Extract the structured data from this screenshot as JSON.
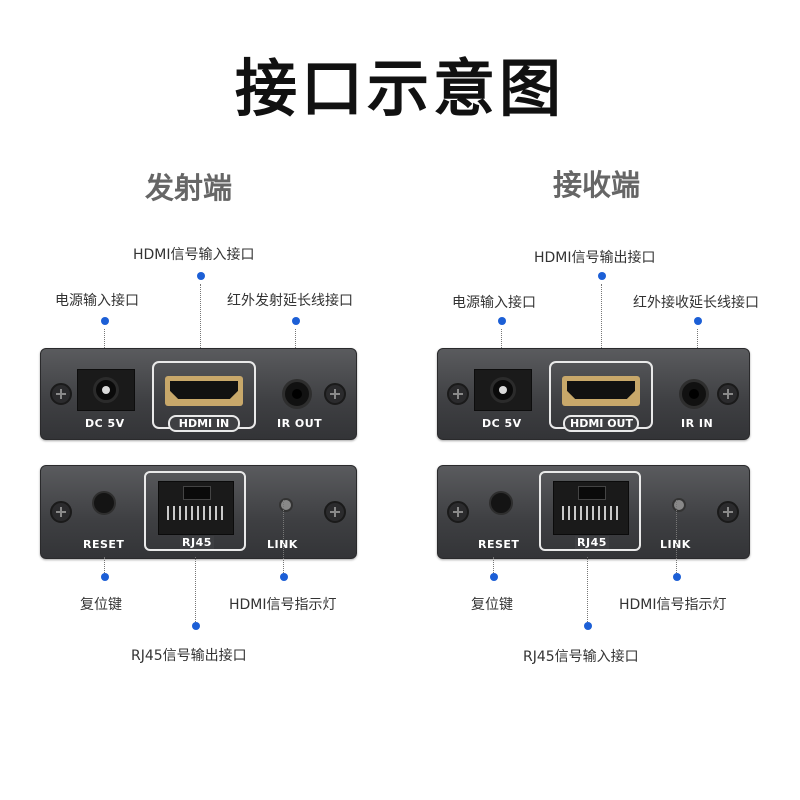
{
  "title": "接口示意图",
  "transmitter": {
    "title": "发射端",
    "callouts": {
      "hdmi": "HDMI信号输入接口",
      "power": "电源输入接口",
      "ir": "红外发射延长线接口",
      "reset": "复位键",
      "rj45": "RJ45信号输出接口",
      "led": "HDMI信号指示灯"
    },
    "port_labels": {
      "dc": "DC 5V",
      "hdmi": "HDMI IN",
      "ir": "IR OUT",
      "reset": "RESET",
      "rj45": "RJ45",
      "link": "LINK"
    }
  },
  "receiver": {
    "title": "接收端",
    "callouts": {
      "hdmi": "HDMI信号输出接口",
      "power": "电源输入接口",
      "ir": "红外接收延长线接口",
      "reset": "复位键",
      "rj45": "RJ45信号输入接口",
      "led": "HDMI信号指示灯"
    },
    "port_labels": {
      "dc": "DC 5V",
      "hdmi": "HDMI OUT",
      "ir": "IR IN",
      "reset": "RESET",
      "rj45": "RJ45",
      "link": "LINK"
    }
  },
  "colors": {
    "dot": "#1c5fd6",
    "panel": "#46474a",
    "hdmi_gold": "#c8a86a"
  }
}
